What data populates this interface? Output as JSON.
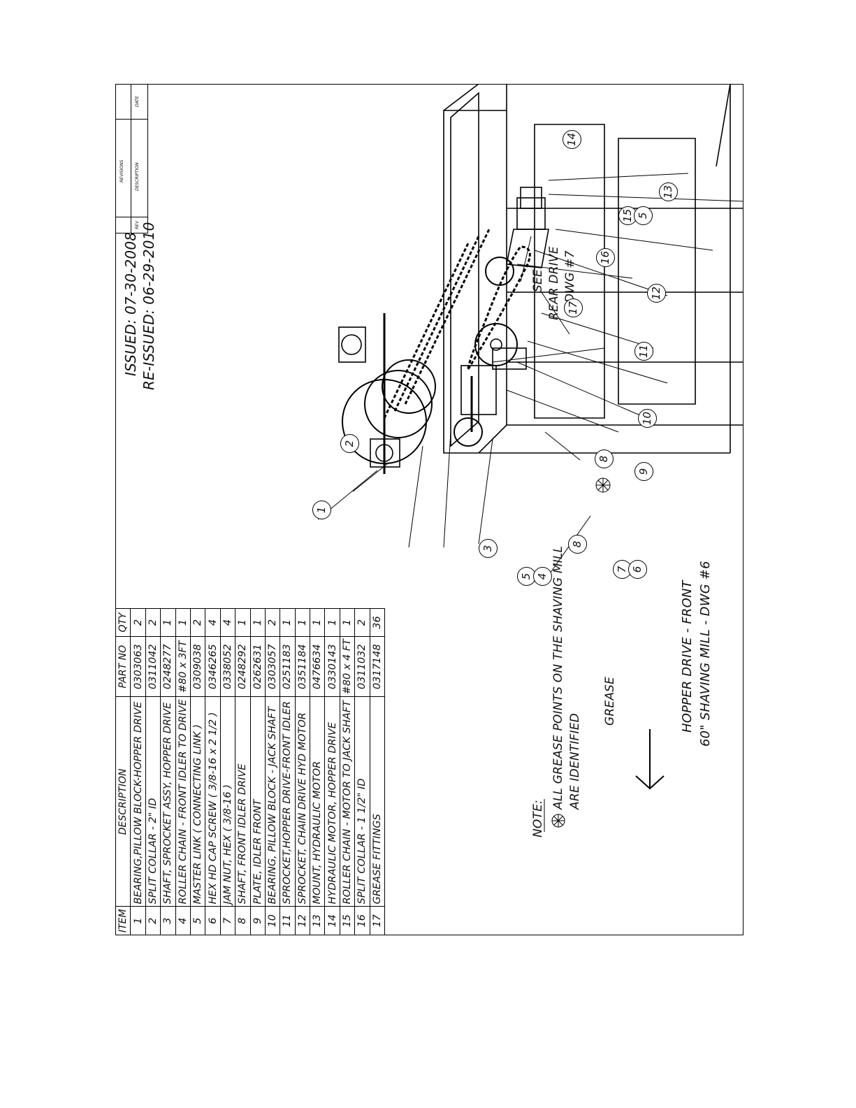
{
  "header": {
    "issued": "ISSUED: 07-30-2008",
    "reissued": "RE-ISSUED: 06-29-2010"
  },
  "revisions": {
    "rev": "REV",
    "description": "DESCRIPTION",
    "title": "REVISIONS",
    "date": "DATE"
  },
  "table": {
    "headers": [
      "ITEM",
      "DESCRIPTION",
      "PART NO",
      "QTY"
    ],
    "rows": [
      [
        "1",
        "BEARING,PILLOW BLOCK-HOPPER DRIVE",
        "0303063",
        "2"
      ],
      [
        "2",
        "SPLIT COLLAR - 2\" ID",
        "0311042",
        "2"
      ],
      [
        "3",
        "SHAFT, SPROCKET ASSY, HOPPER DRIVE",
        "0248277",
        "1"
      ],
      [
        "4",
        "ROLLER CHAIN - FRONT IDLER TO DRIVE",
        "#80 x 3FT",
        "1"
      ],
      [
        "5",
        "MASTER LINK ( CONNECTING LINK )",
        "0309038",
        "2"
      ],
      [
        "6",
        "HEX HD CAP SCREW ( 3/8-16 x 2 1/2 )",
        "0346265",
        "4"
      ],
      [
        "7",
        "JAM NUT, HEX ( 3/8-16 )",
        "0338052",
        "4"
      ],
      [
        "8",
        "SHAFT, FRONT IDLER DRIVE",
        "0248292",
        "1"
      ],
      [
        "9",
        "PLATE, IDLER FRONT",
        "0262631",
        "1"
      ],
      [
        "10",
        "BEARING, PILLOW BLOCK - JACK SHAFT",
        "0303057",
        "2"
      ],
      [
        "11",
        "SPROCKET,HOPPER DRIVE-FRONT IDLER",
        "0251183",
        "1"
      ],
      [
        "12",
        "SPROCKET, CHAIN DRIVE HYD MOTOR",
        "0351184",
        "1"
      ],
      [
        "13",
        "MOUNT, HYDRAULIC MOTOR",
        "0476634",
        "1"
      ],
      [
        "14",
        "HYDRAULIC MOTOR, HOPPER DRIVE",
        "0330143",
        "1"
      ],
      [
        "15",
        "ROLLER CHAIN - MOTOR TO JACK SHAFT",
        "#80 x 4 FT",
        "1"
      ],
      [
        "16",
        "SPLIT COLLAR - 1 1/2\" ID",
        "0311032",
        "2"
      ],
      [
        "17",
        "GREASE FITTINGS",
        "0317148",
        "36"
      ]
    ]
  },
  "note": {
    "label": "NOTE:",
    "line1": "ALL GREASE POINTS ON THE SHAVING MILL",
    "line2": "ARE IDENTIFIED",
    "grease": "GREASE"
  },
  "callouts": {
    "see": "SEE",
    "rear_drive": "REAR DRIVE",
    "dwg": "DWG #7"
  },
  "balloons": [
    "1",
    "2",
    "3",
    "5",
    "4",
    "8",
    "7",
    "6",
    "8",
    "9",
    "10",
    "11",
    "12",
    "13",
    "14",
    "15",
    "5",
    "16",
    "17"
  ],
  "title": {
    "line1": "HOPPER DRIVE - FRONT",
    "line2": "60\" SHAVING MILL - DWG #6"
  }
}
